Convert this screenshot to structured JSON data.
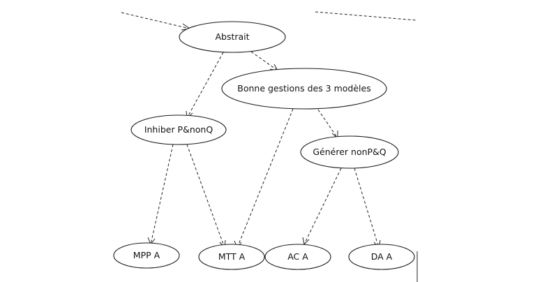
{
  "nodes": [
    {
      "id": "abstrait",
      "label": "Abstrait"
    },
    {
      "id": "bonne",
      "label": "Bonne gestions des 3 modèles"
    },
    {
      "id": "inhiber",
      "label": "Inhiber P&nonQ"
    },
    {
      "id": "generer",
      "label": "Générer nonP&Q"
    },
    {
      "id": "mpp",
      "label": "MPP A"
    },
    {
      "id": "mtt",
      "label": "MTT A"
    },
    {
      "id": "ac",
      "label": "AC A"
    },
    {
      "id": "da",
      "label": "DA A"
    }
  ],
  "edges": [
    {
      "from": "external-left",
      "to": "abstrait"
    },
    {
      "from": "abstrait",
      "to": "inhiber"
    },
    {
      "from": "abstrait",
      "to": "bonne"
    },
    {
      "from": "bonne",
      "to": "mtt"
    },
    {
      "from": "bonne",
      "to": "generer"
    },
    {
      "from": "inhiber",
      "to": "mpp"
    },
    {
      "from": "inhiber",
      "to": "mtt"
    },
    {
      "from": "generer",
      "to": "ac"
    },
    {
      "from": "generer",
      "to": "da"
    }
  ]
}
